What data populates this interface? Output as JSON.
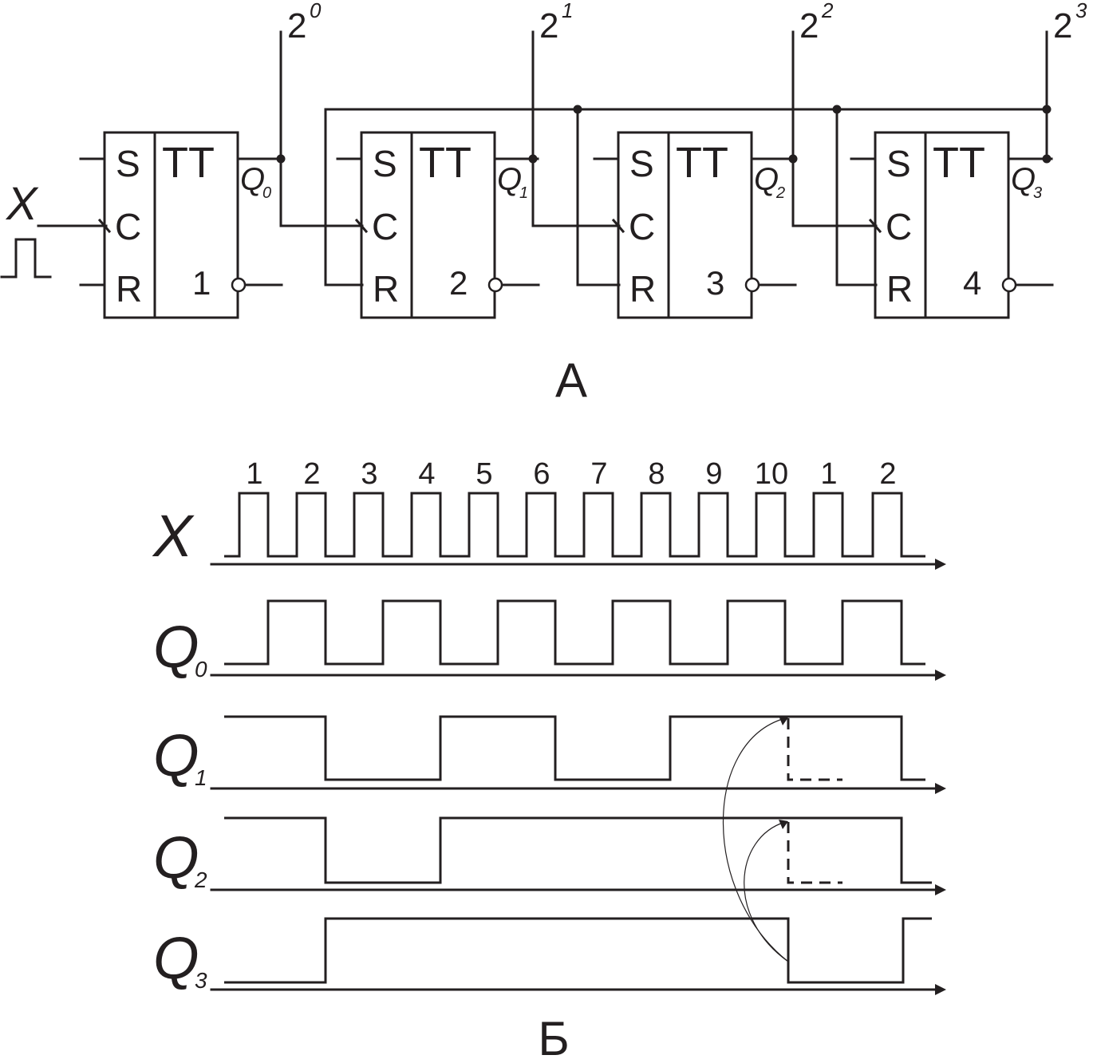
{
  "part_a": {
    "caption": "А",
    "input_label": "X",
    "weights": [
      {
        "base": "2",
        "exp": "0"
      },
      {
        "base": "2",
        "exp": "1"
      },
      {
        "base": "2",
        "exp": "2"
      },
      {
        "base": "2",
        "exp": "3"
      }
    ],
    "triggers": [
      {
        "type": "TT",
        "pins": [
          "S",
          "C",
          "R"
        ],
        "number": "1",
        "q_label": "Q",
        "q_index": "0"
      },
      {
        "type": "TT",
        "pins": [
          "S",
          "C",
          "R"
        ],
        "number": "2",
        "q_label": "Q",
        "q_index": "1"
      },
      {
        "type": "TT",
        "pins": [
          "S",
          "C",
          "R"
        ],
        "number": "3",
        "q_label": "Q",
        "q_index": "2"
      },
      {
        "type": "TT",
        "pins": [
          "S",
          "C",
          "R"
        ],
        "number": "4",
        "q_label": "Q",
        "q_index": "3"
      }
    ]
  },
  "part_b": {
    "caption": "Б",
    "pulse_numbers": [
      "1",
      "2",
      "3",
      "4",
      "5",
      "6",
      "7",
      "8",
      "9",
      "10",
      "1",
      "2"
    ],
    "signals": [
      {
        "name": "X",
        "sub": ""
      },
      {
        "name": "Q",
        "sub": "0"
      },
      {
        "name": "Q",
        "sub": "1"
      },
      {
        "name": "Q",
        "sub": "2"
      },
      {
        "name": "Q",
        "sub": "3"
      }
    ],
    "states": {
      "pulse_count": 12,
      "Q0": [
        1,
        0,
        1,
        0,
        1,
        0,
        1,
        0,
        1,
        0,
        1,
        0
      ],
      "Q1": [
        1,
        0,
        0,
        1,
        1,
        0,
        0,
        1,
        1,
        1,
        1,
        0
      ],
      "Q2": [
        1,
        0,
        0,
        1,
        1,
        1,
        1,
        1,
        1,
        1,
        1,
        0
      ],
      "Q3": [
        0,
        1,
        1,
        1,
        1,
        1,
        1,
        1,
        1,
        0,
        0,
        1
      ],
      "initial": {
        "Q0": 0,
        "Q1": 1,
        "Q2": 1,
        "Q3": 0
      }
    }
  }
}
